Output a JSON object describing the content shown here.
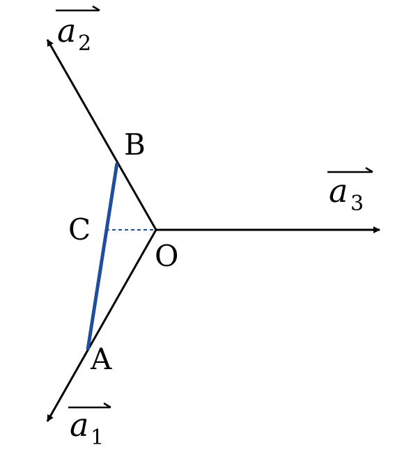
{
  "colors": {
    "axis": "#000000",
    "segment_ab": "#1f4e9c",
    "dashed_co": "#1f4e9c",
    "background": "#ffffff"
  },
  "points": {
    "A": "A",
    "B": "B",
    "C": "C",
    "O": "O"
  },
  "vectors": {
    "a1": {
      "base": "a",
      "sub": "1"
    },
    "a2": {
      "base": "a",
      "sub": "2"
    },
    "a3": {
      "base": "a",
      "sub": "3"
    }
  }
}
